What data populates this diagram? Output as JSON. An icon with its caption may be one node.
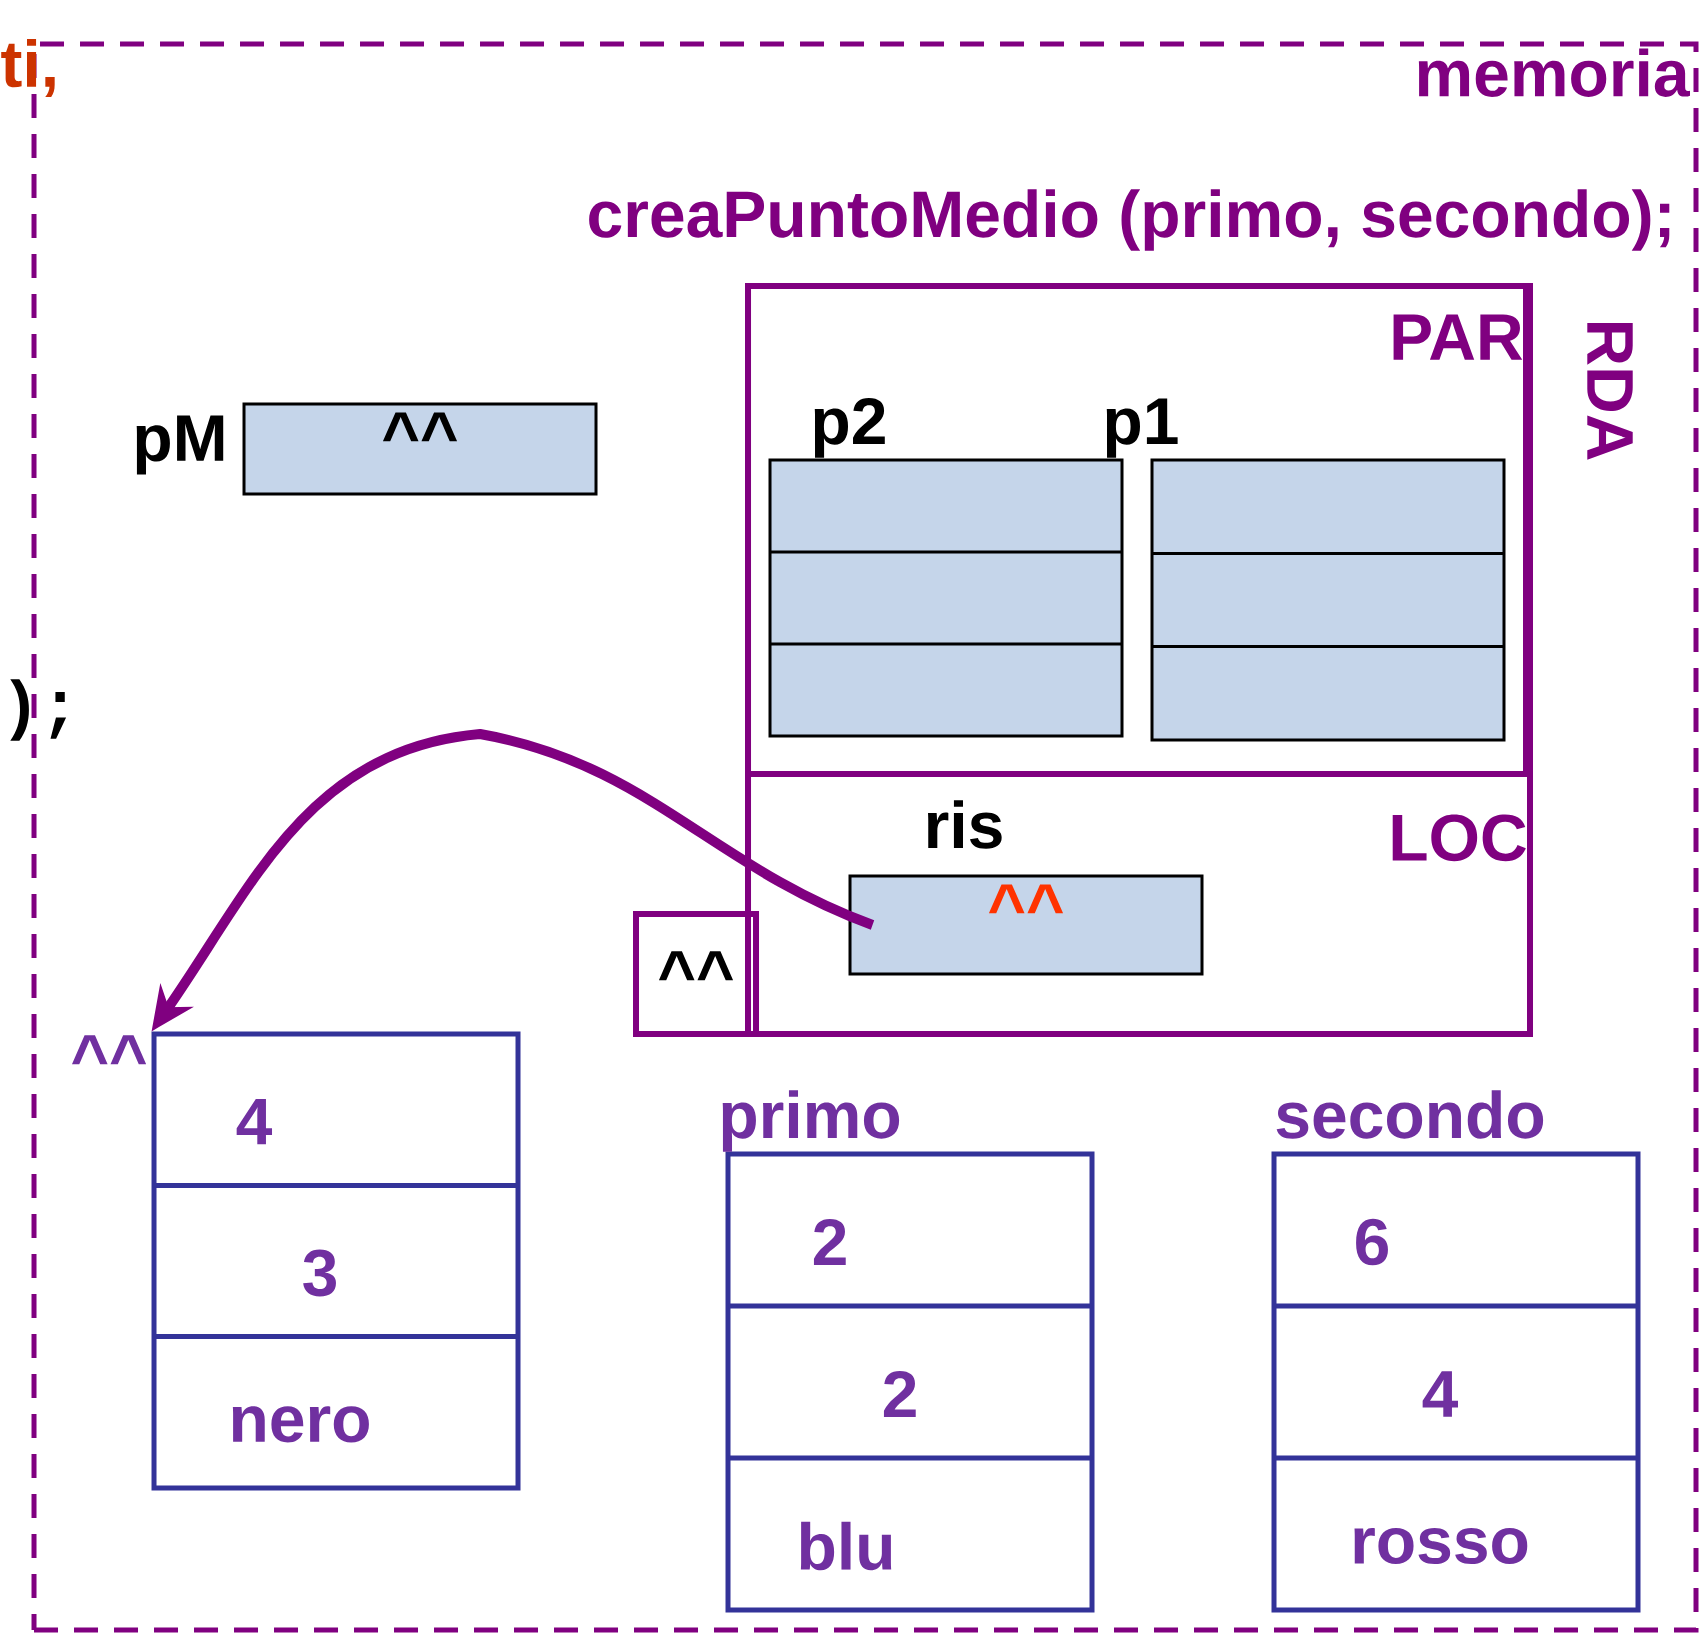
{
  "diagram": {
    "nodes": [
      {
        "text": [
          "memoria"
        ]
      },
      {
        "text": [
          "RDA"
        ],
        "in": 0
      },
      {
        "text": [
          "PAR"
        ],
        "in": 1
      },
      {
        "text": [
          "p2"
        ],
        "in": 2
      },
      {
        "text": [
          "p1"
        ],
        "in": 2
      },
      {
        "text": [
          "LOC"
        ],
        "in": 1
      },
      {
        "text": [
          "^^"
        ],
        "beside": [
          "ris"
        ],
        "in": 5
      },
      {
        "text": [
          "^^"
        ],
        "beside": [
          "pM"
        ],
        "in": 0
      },
      {
        "text": [
          "^^"
        ],
        "in": 0
      },
      {
        "text": [
          "4",
          "3",
          "nero"
        ],
        "beside": [
          "^^"
        ],
        "in": 0
      },
      {
        "text": [
          "primo",
          "2",
          "2",
          "blu"
        ],
        "in": 0
      },
      {
        "text": [
          "secondo",
          "6",
          "4",
          "rosso"
        ],
        "in": 0
      }
    ],
    "edges": [
      {
        "from": 6,
        "to": 9,
        "arrow": "to"
      }
    ],
    "labels": [
      "ti,",
      "creaPuntoMedio (primo, secondo);",
      ");"
    ]
  }
}
